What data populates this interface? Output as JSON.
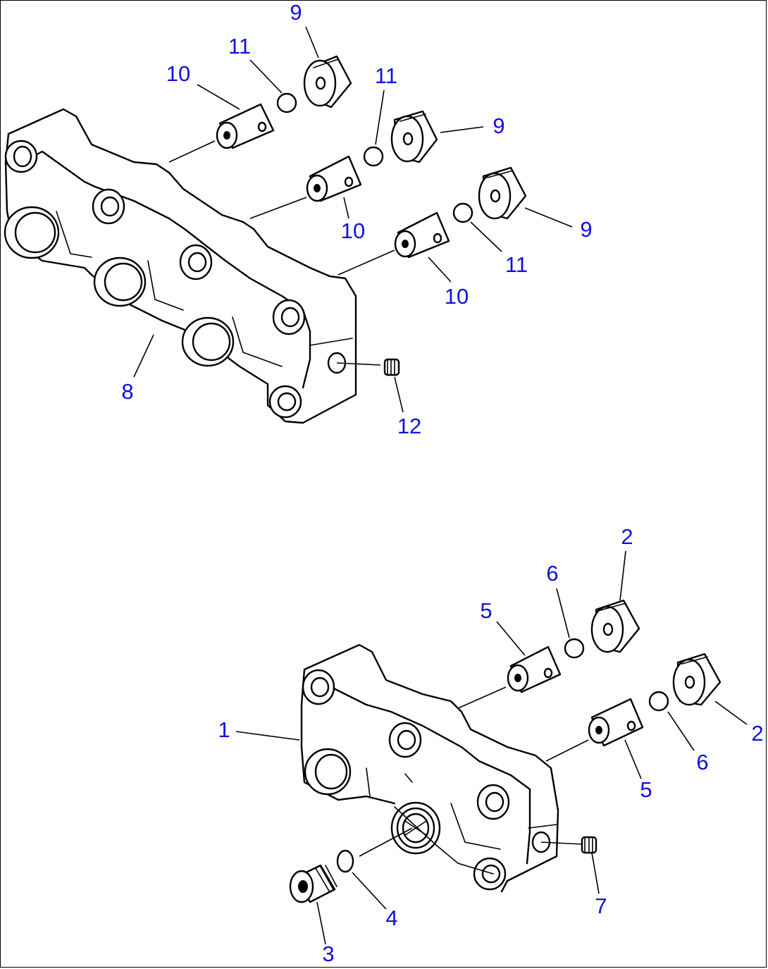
{
  "diagram": {
    "callouts": {
      "c1": "1",
      "c2a": "2",
      "c2b": "2",
      "c3": "3",
      "c4": "4",
      "c5a": "5",
      "c5b": "5",
      "c6a": "6",
      "c6b": "6",
      "c7": "7",
      "c8": "8",
      "c9a": "9",
      "c9b": "9",
      "c9c": "9",
      "c10a": "10",
      "c10b": "10",
      "c10c": "10",
      "c11a": "11",
      "c11b": "11",
      "c11c": "11",
      "c12": "12"
    },
    "colors": {
      "callout_text": "#1010e0",
      "line_art": "#000000",
      "background": "#ffffff"
    }
  }
}
